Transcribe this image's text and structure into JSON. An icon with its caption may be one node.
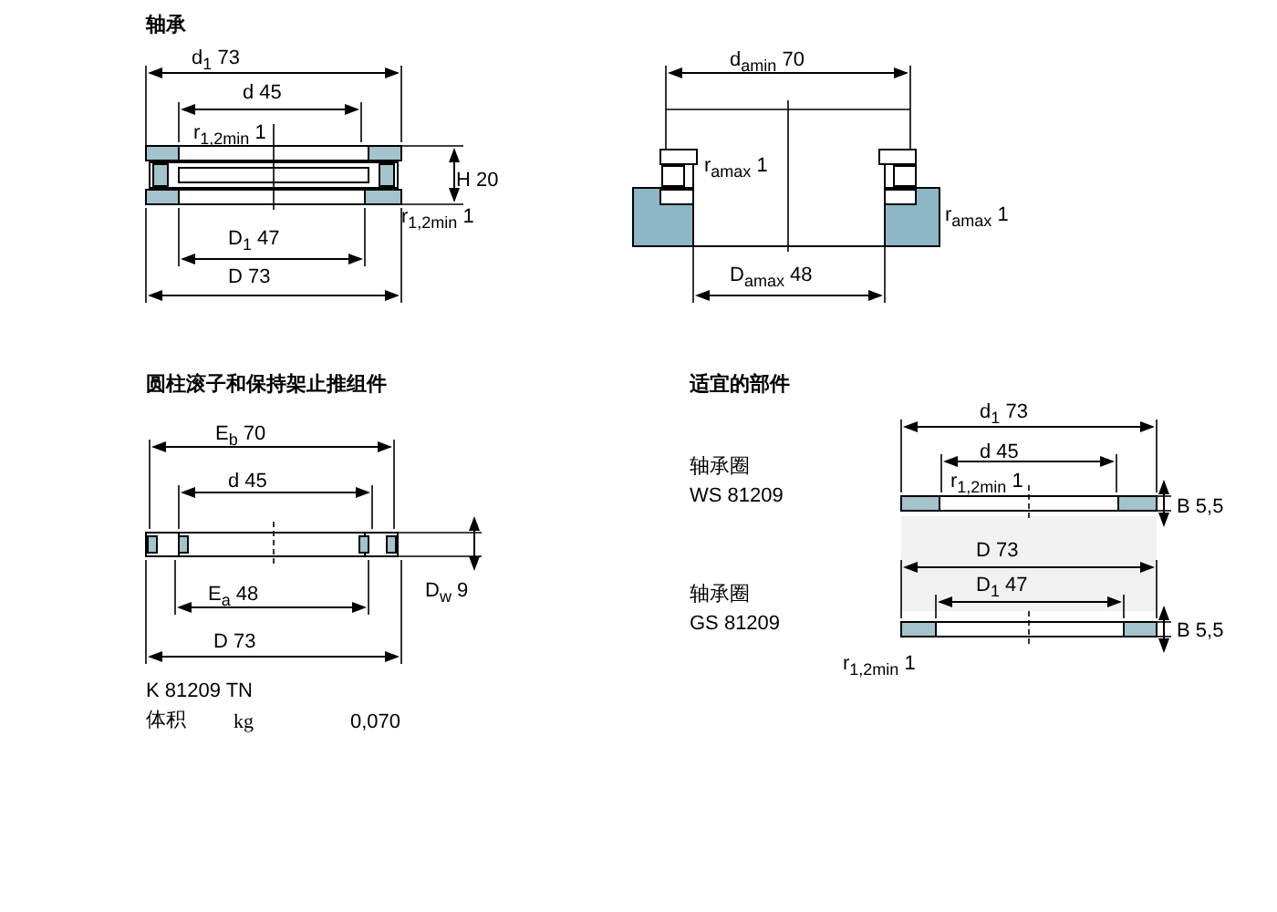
{
  "diagram": {
    "labels": [
      "轴承",
      "d$_{1}$ 73",
      "d 45",
      "r$_{1,2min}$ 1",
      "H 20",
      "r$_{1,2min}$ 1",
      "D$_{1}$ 47",
      "D 73",
      "d$_{amin}$ 70",
      "r$_{amax}$ 1",
      "r$_{amax}$ 1",
      "D$_{amax}$ 48",
      "圆柱滚子和保持架止推组件",
      "E$_{b}$ 70",
      "d 45",
      "E$_{a}$ 48",
      "D$_{w}$ 9",
      "D 73",
      "K 81209 TN",
      "体积",
      "kg",
      "0,070",
      "适宜的部件",
      "d$_{1}$ 73",
      "d 45",
      "r$_{1,2min}$ 1",
      "轴承圈",
      "WS 81209",
      "B 5,5",
      "D 73",
      "轴承圈",
      "D$_{1}$ 47",
      "GS 81209",
      "B 5,5",
      "r$_{1,2min}$ 1"
    ]
  }
}
